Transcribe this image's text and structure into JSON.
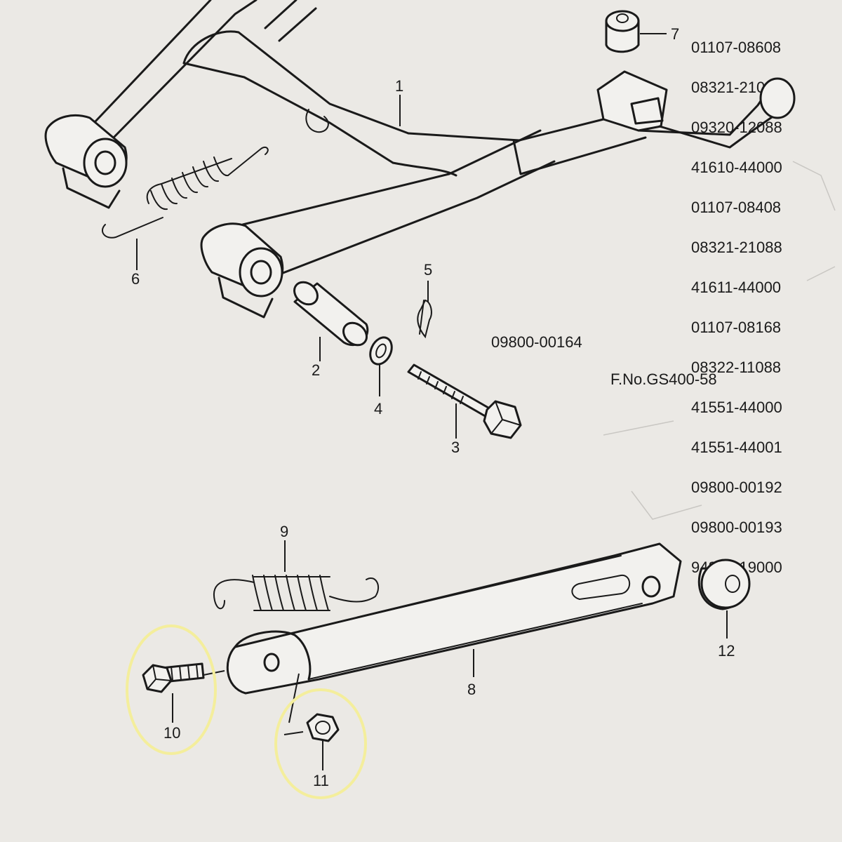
{
  "background_color": "#ebe9e5",
  "ink_color": "#1a1a1a",
  "highlight_color": "#f4ee9c",
  "ghost_text_color": "#b9b7b3",
  "callouts": {
    "c1": "1",
    "c2": "2",
    "c3": "3",
    "c4": "4",
    "c5": "5",
    "c6": "6",
    "c7": "7",
    "c8": "8",
    "c9": "9",
    "c10": "10",
    "c11": "11",
    "c12": "12"
  },
  "ghost_parts_list": {
    "part_numbers": [
      "01107-08608",
      "08321-21088",
      "09320-12088",
      "41610-44000",
      "01107-08408",
      "08321-21088",
      "41611-44000",
      "01107-08168",
      "08322-11088",
      "41551-44000",
      "41551-44001",
      "09800-00192",
      "09800-00193",
      "94880-19000"
    ],
    "extra_number": "09800-00164",
    "frame_no": "F.No.GS400-58"
  }
}
